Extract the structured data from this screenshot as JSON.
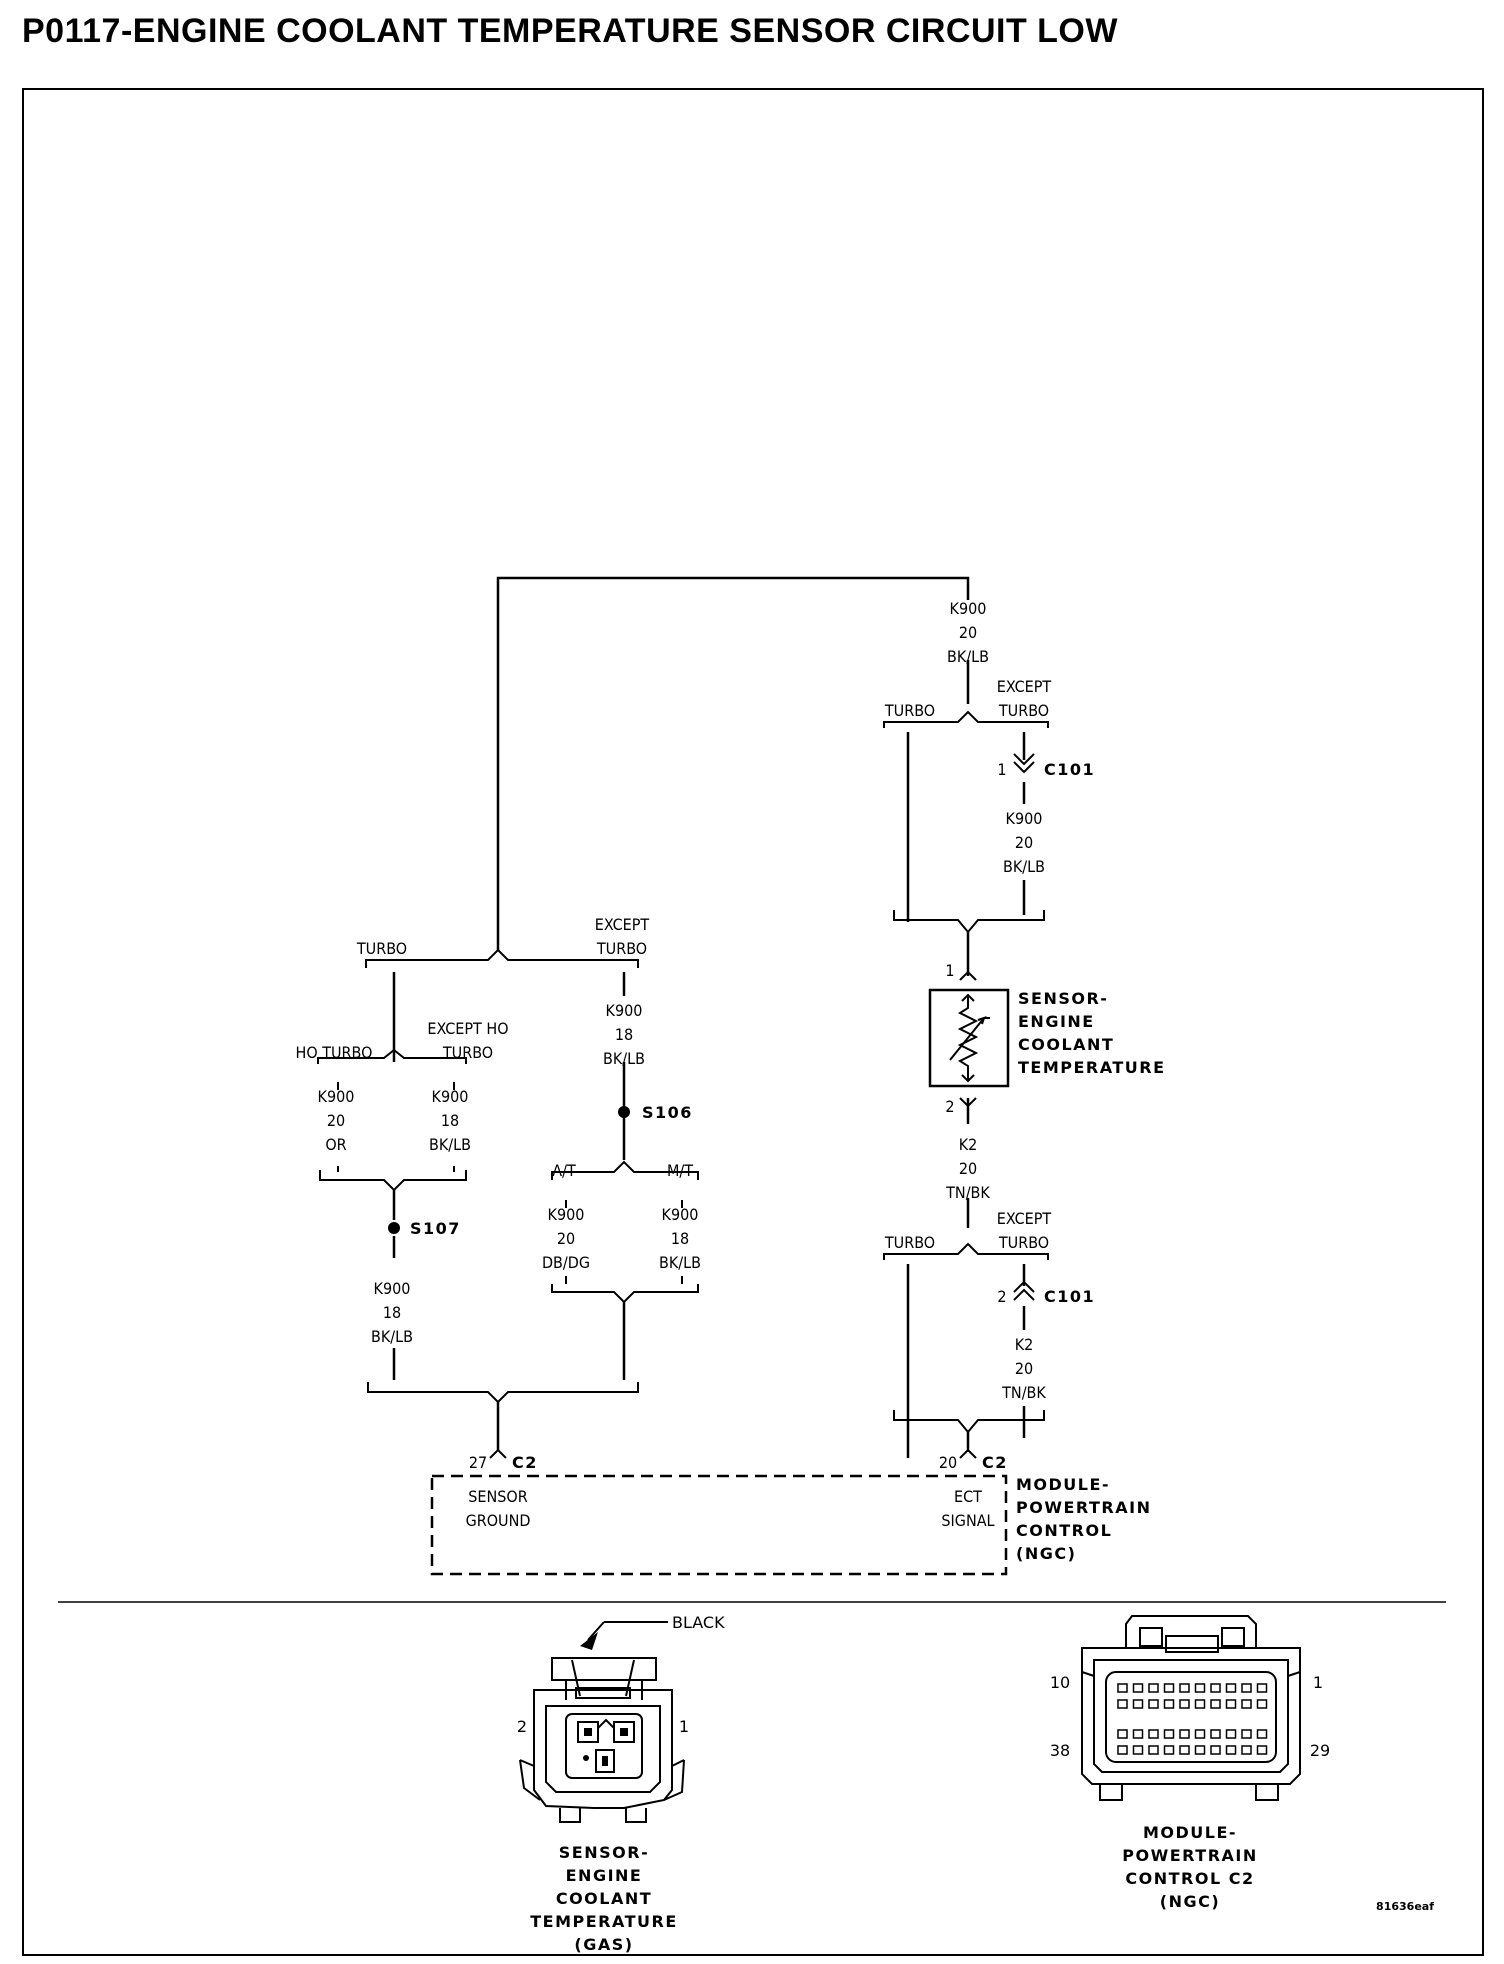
{
  "title": "P0117-ENGINE COOLANT TEMPERATURE SENSOR CIRCUIT LOW",
  "wires": {
    "top": [
      "K900",
      "20",
      "BK/LB"
    ],
    "c101_upper": [
      "K900",
      "20",
      "BK/LB"
    ],
    "except_turbo_18": [
      "K900",
      "18",
      "BK/LB"
    ],
    "ho_turbo": [
      "K900",
      "20",
      "OR"
    ],
    "except_ho_turbo": [
      "K900",
      "18",
      "BK/LB"
    ],
    "at": [
      "K900",
      "20",
      "DB/DG"
    ],
    "mt": [
      "K900",
      "18",
      "BK/LB"
    ],
    "s107_down": [
      "K900",
      "18",
      "BK/LB"
    ],
    "k2_upper": [
      "K2",
      "20",
      "TN/BK"
    ],
    "k2_lower": [
      "K2",
      "20",
      "TN/BK"
    ]
  },
  "branches": {
    "turbo": "TURBO",
    "except": "EXCEPT",
    "except_turbo_2": "TURBO",
    "ho_turbo": "HO TURBO",
    "except_ho": "EXCEPT HO",
    "at": "A/T",
    "mt": "M/T"
  },
  "splices": {
    "s106": "S106",
    "s107": "S107"
  },
  "connectors": {
    "c101": "C101",
    "c2": "C2",
    "pin_1": "1",
    "pin_2": "2",
    "pin_27": "27",
    "pin_20": "20"
  },
  "sensor": {
    "lines": [
      "SENSOR-",
      "ENGINE",
      "COOLANT",
      "TEMPERATURE"
    ]
  },
  "module": {
    "lines": [
      "MODULE-",
      "POWERTRAIN",
      "CONTROL",
      "(NGC)"
    ],
    "sensor_ground": [
      "SENSOR",
      "GROUND"
    ],
    "ect_signal": [
      "ECT",
      "SIGNAL"
    ]
  },
  "connector_views": {
    "black_label": "BLACK",
    "ect_pins": [
      "2",
      "1"
    ],
    "ect_caption": [
      "SENSOR-",
      "ENGINE",
      "COOLANT",
      "TEMPERATURE",
      "(GAS)"
    ],
    "pcm_pins": [
      "10",
      "1",
      "38",
      "29"
    ],
    "pcm_caption": [
      "MODULE-",
      "POWERTRAIN",
      "CONTROL C2",
      "(NGC)"
    ]
  },
  "figure_id": "81636eaf"
}
